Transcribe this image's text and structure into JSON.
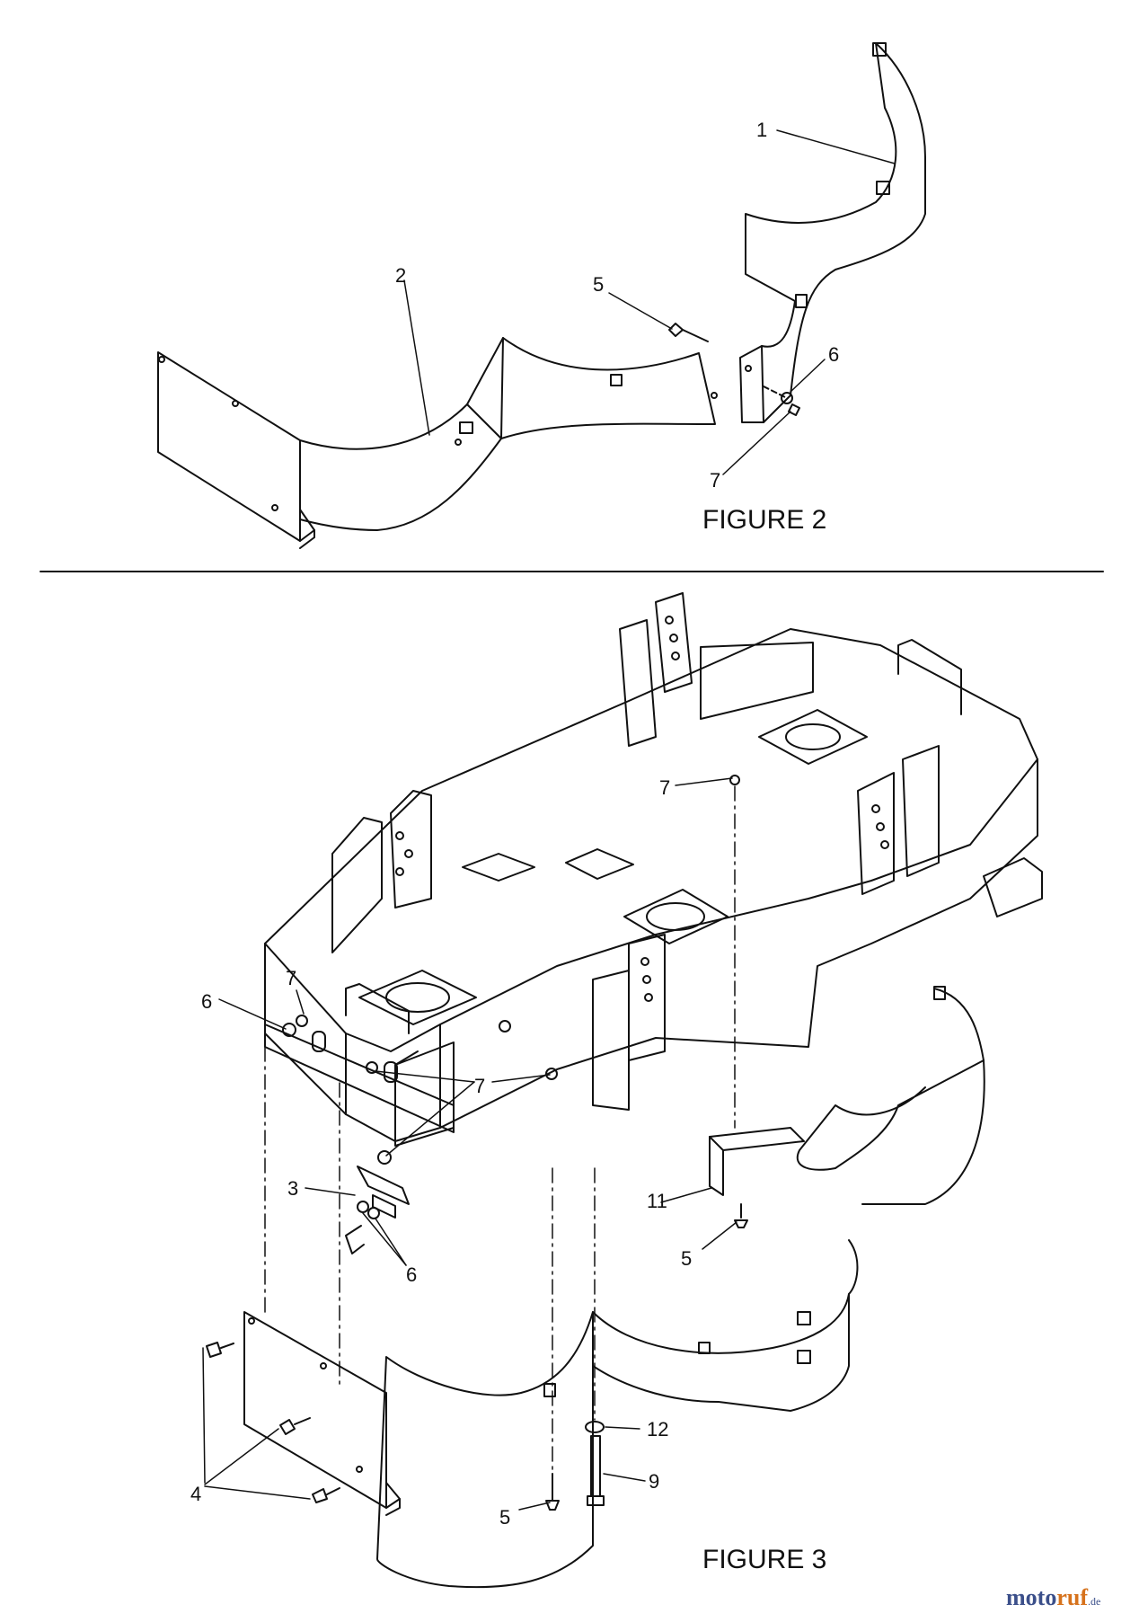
{
  "figures": [
    {
      "caption": "FIGURE 2"
    },
    {
      "caption": "FIGURE 3"
    }
  ],
  "callouts": {
    "fig2": [
      "1",
      "2",
      "5",
      "6",
      "7"
    ],
    "fig3": [
      "7",
      "6",
      "7",
      "7",
      "3",
      "6",
      "11",
      "5",
      "4",
      "5",
      "12",
      "9"
    ]
  },
  "watermark": {
    "left": "moto",
    "right": "ruf",
    "tld": ".de"
  }
}
